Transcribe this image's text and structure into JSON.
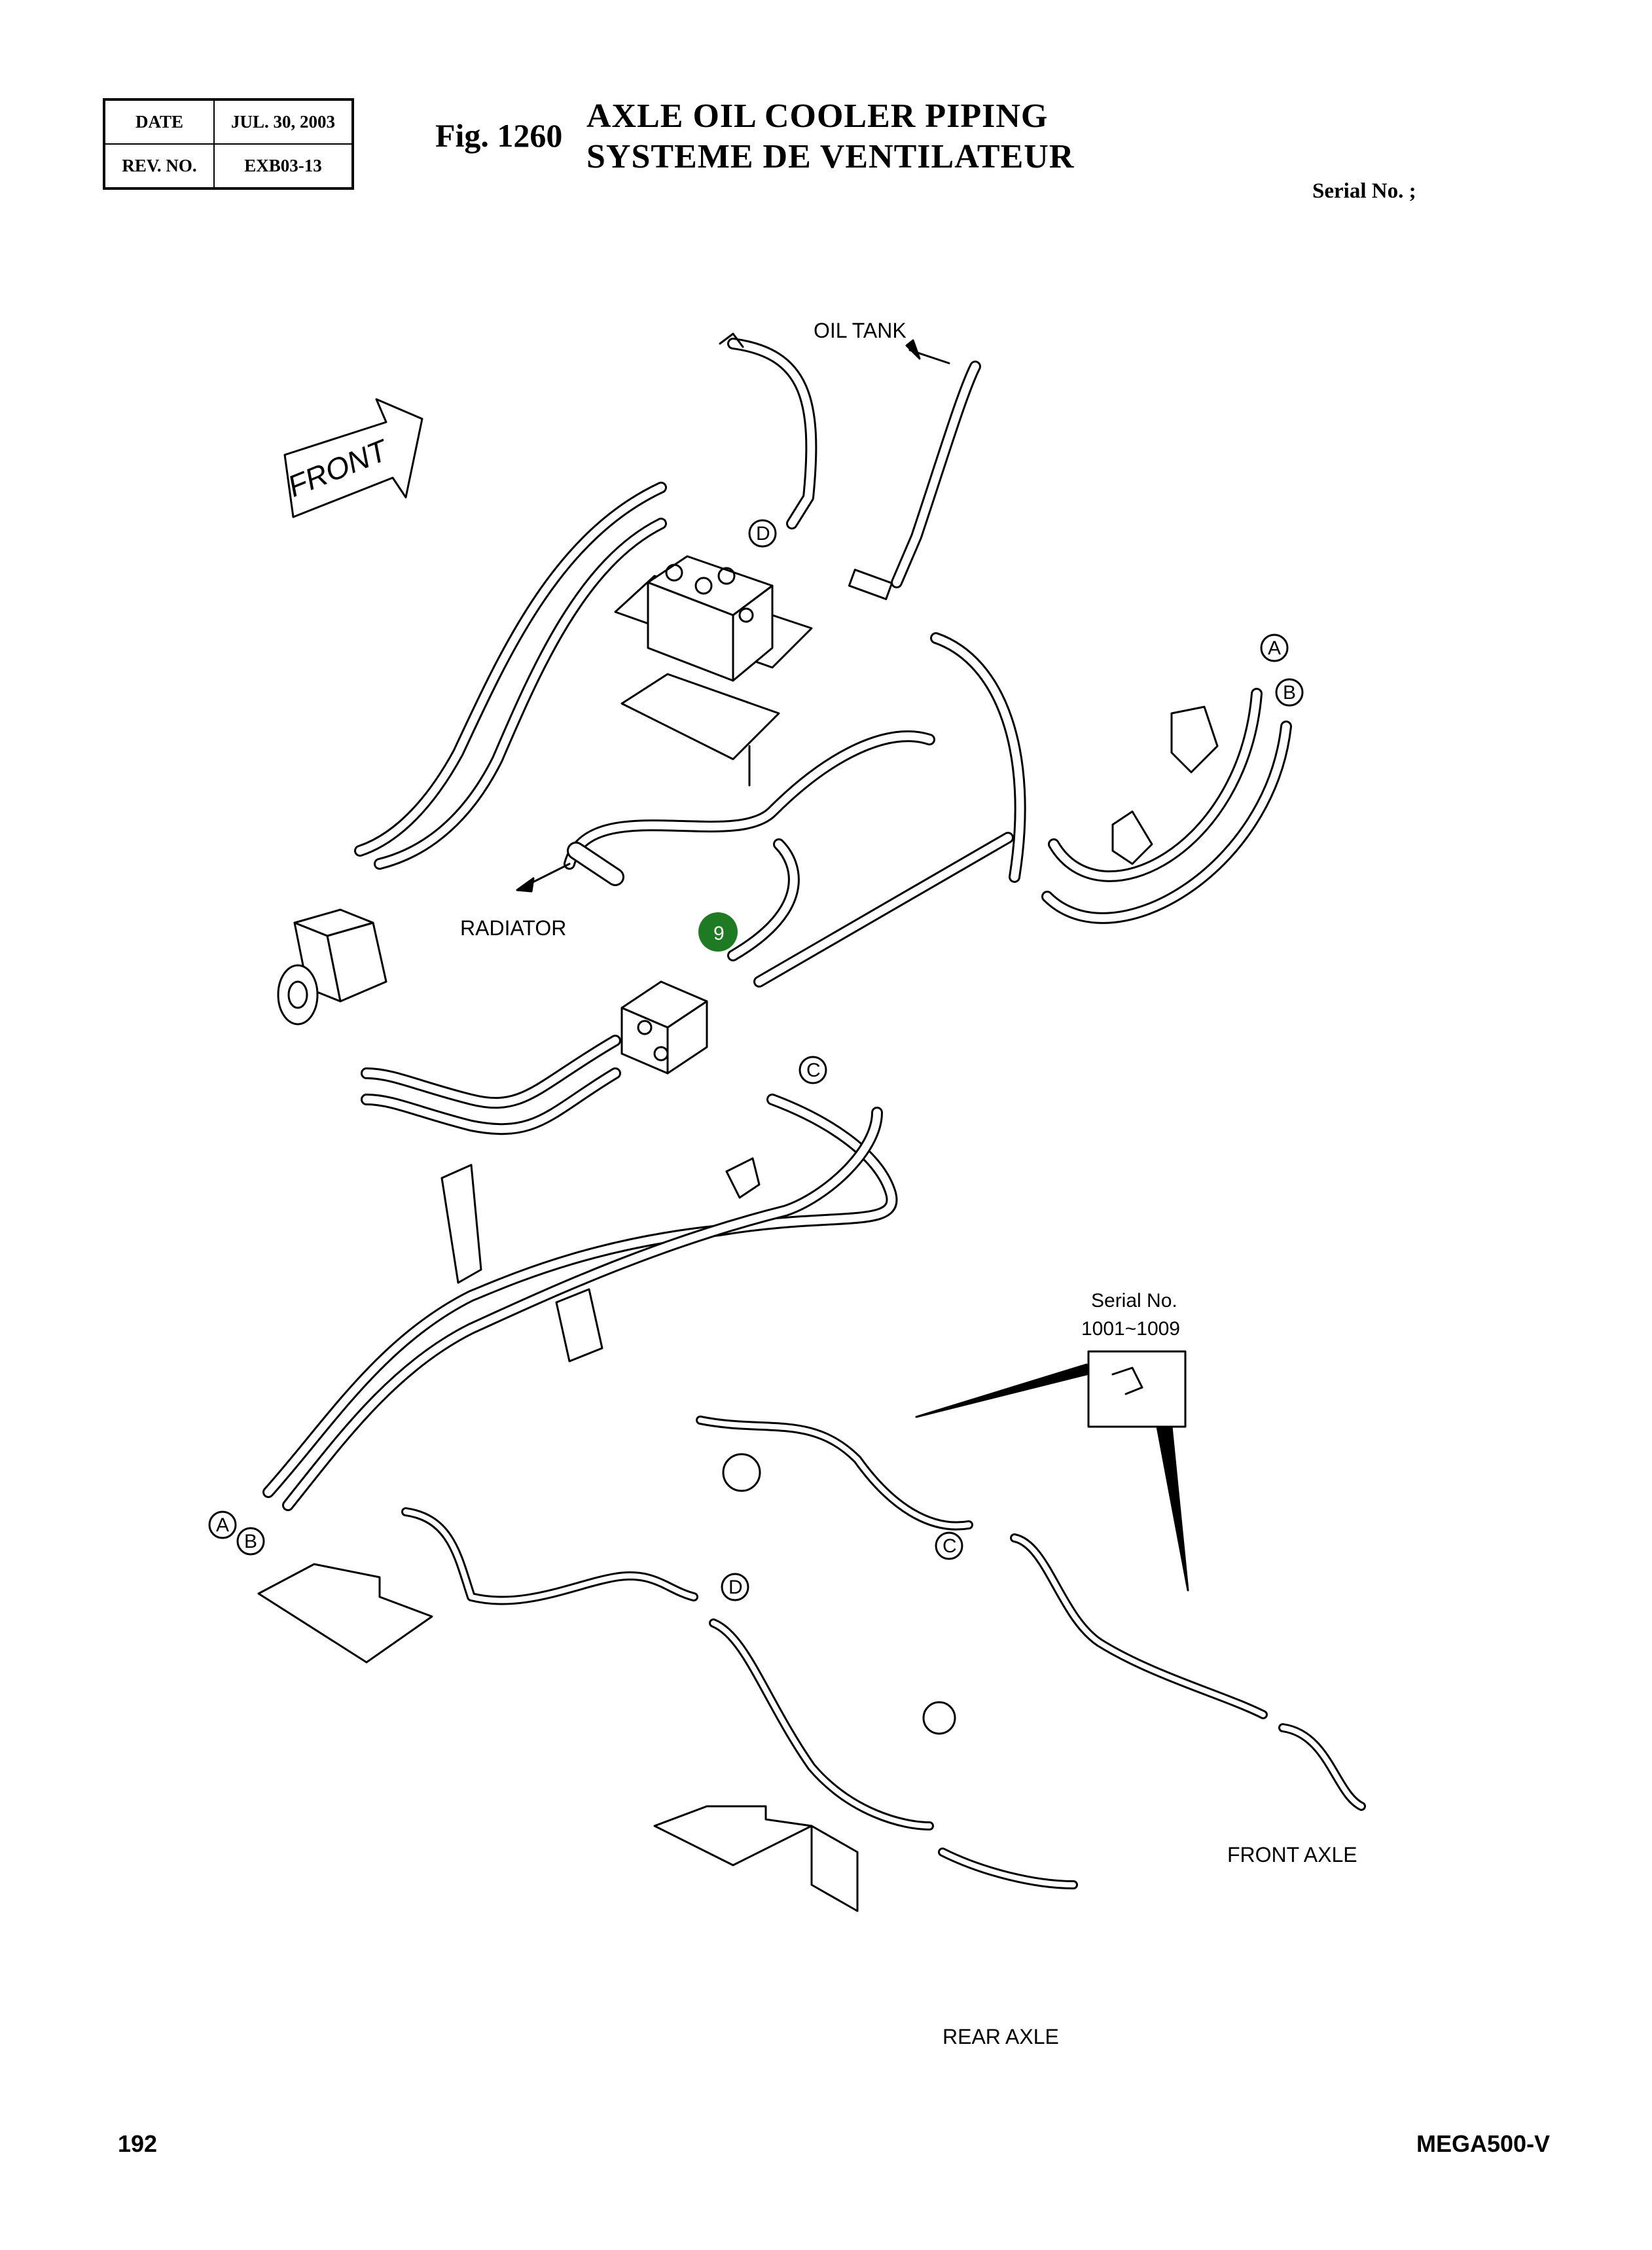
{
  "header": {
    "date_label": "DATE",
    "date_value": "JUL. 30, 2003",
    "rev_label": "REV. NO.",
    "rev_value": "EXB03-13"
  },
  "figure": {
    "number": "Fig. 1260",
    "title_en": "AXLE OIL COOLER PIPING",
    "title_fr": "SYSTEME DE VENTILATEUR",
    "serial": "Serial No. ;"
  },
  "labels": {
    "front_arrow": "FRONT",
    "oil_tank": "OIL TANK",
    "radiator": "RADIATOR",
    "serial_inset_line1": "Serial No.",
    "serial_inset_line2": "1001~1009",
    "front_axle": "FRONT AXLE",
    "rear_axle": "REAR AXLE"
  },
  "callouts": {
    "item_number": "9",
    "highlight_color": "#1f7a24",
    "letters": {
      "a1": "A",
      "b1": "B",
      "a2": "A",
      "b2": "B",
      "c1": "C",
      "c2": "C",
      "d1": "D",
      "d2": "D"
    }
  },
  "footer": {
    "page_number": "192",
    "model": "MEGA500-V"
  }
}
